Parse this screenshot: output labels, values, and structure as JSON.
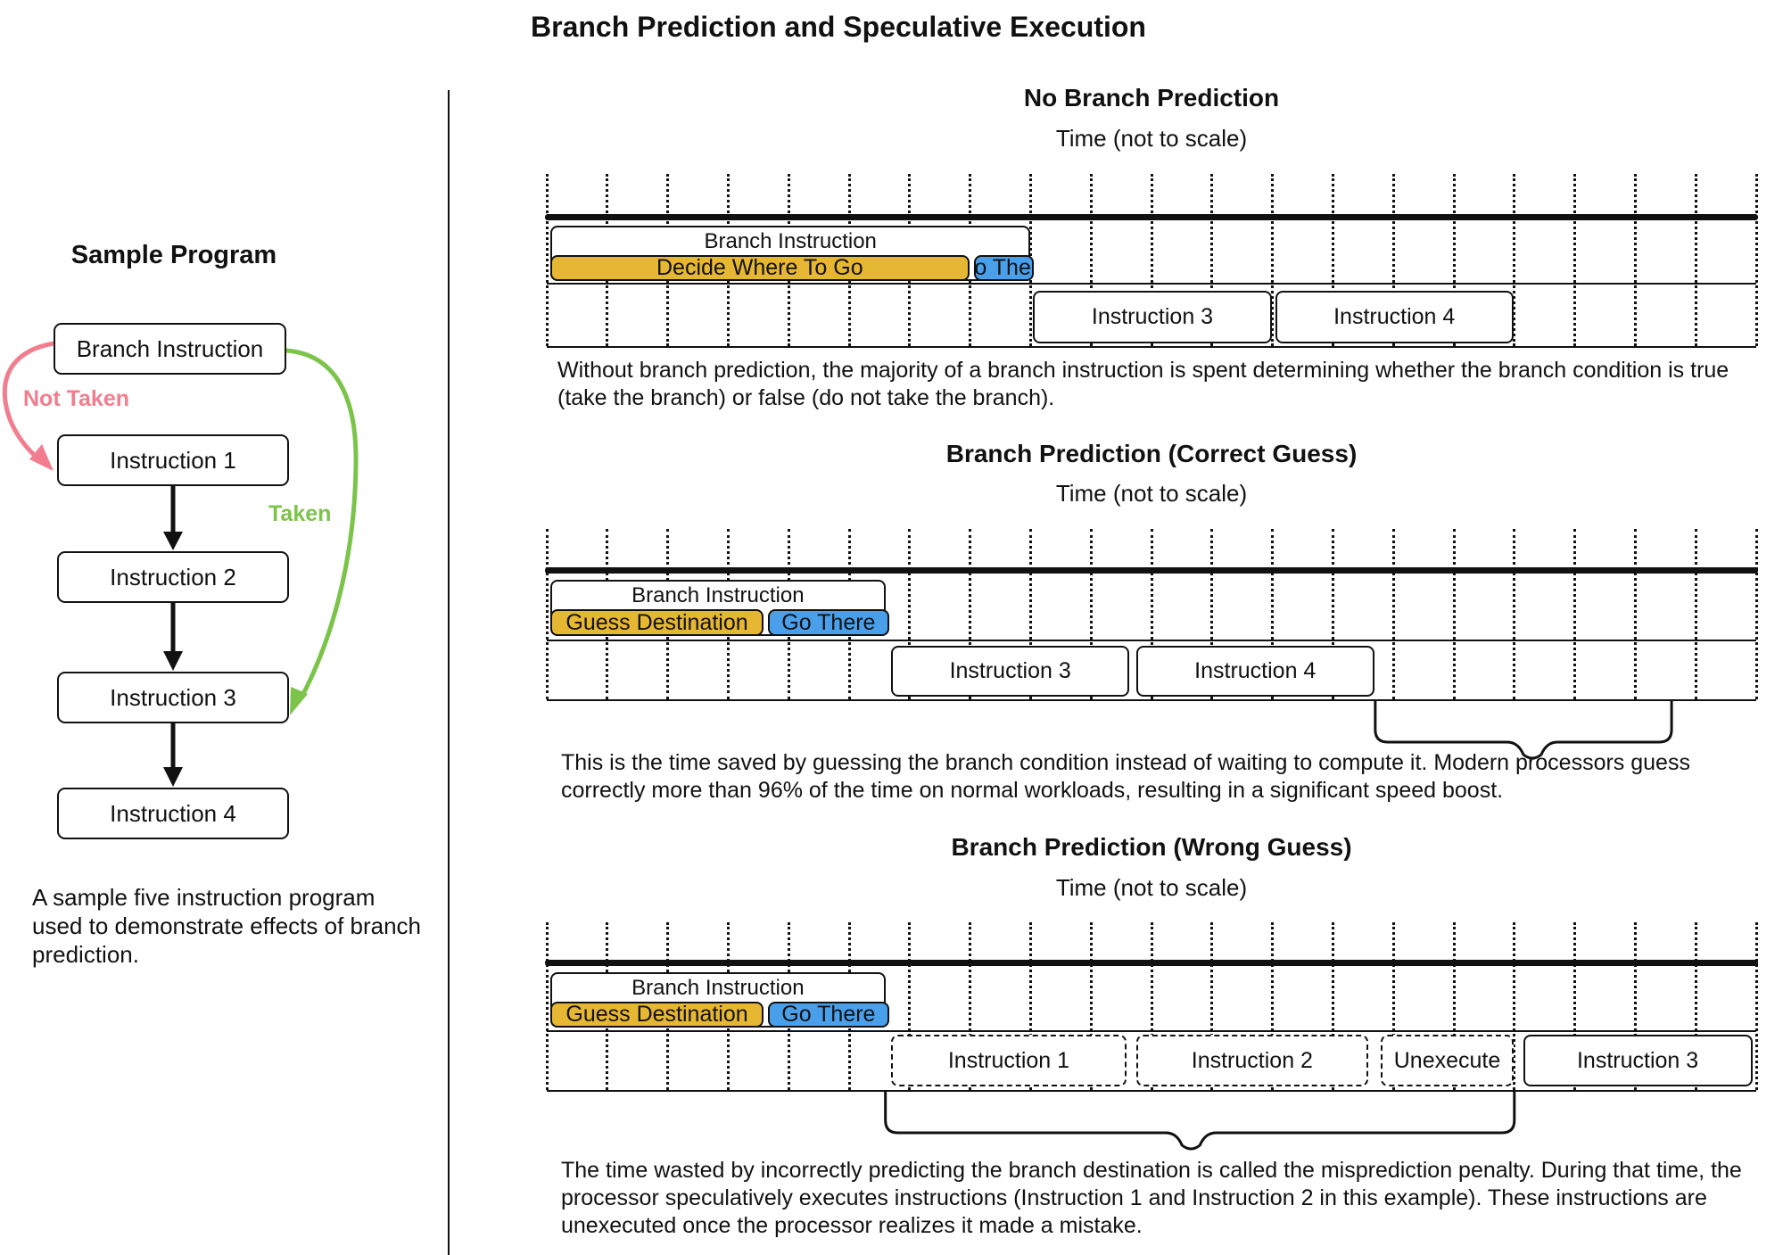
{
  "title": "Branch Prediction and Speculative Execution",
  "colors": {
    "decide": "#E6B732",
    "go_there": "#4A9FEB",
    "not_taken": "#F27D8E",
    "taken": "#7CC34A",
    "ink": "#111111"
  },
  "sample_program": {
    "title": "Sample Program",
    "boxes": [
      {
        "label": "Branch Instruction"
      },
      {
        "label": "Instruction 1"
      },
      {
        "label": "Instruction 2"
      },
      {
        "label": "Instruction 3"
      },
      {
        "label": "Instruction 4"
      }
    ],
    "edges": {
      "not_taken_label": "Not Taken",
      "taken_label": "Taken"
    },
    "caption": "A sample five instruction program used to demonstrate effects of branch prediction."
  },
  "time_axis": {
    "label": "Time (not to scale)",
    "grid_cells": 20
  },
  "sections": [
    {
      "title": "No Branch Prediction",
      "time_label": "Time (not to scale)",
      "branch": {
        "label": "Branch Instruction",
        "start": 0,
        "end": 8,
        "phases": [
          {
            "label": "Decide Where To Go",
            "kind": "decide",
            "start": 0,
            "end": 7
          },
          {
            "label": "Go There",
            "kind": "go_there",
            "start": 7,
            "end": 8
          }
        ]
      },
      "instructions": [
        {
          "label": "Instruction 3",
          "start": 8,
          "end": 12,
          "style": "solid"
        },
        {
          "label": "Instruction 4",
          "start": 12,
          "end": 16,
          "style": "solid"
        }
      ],
      "brace": null,
      "description": "Without branch prediction, the majority of a branch instruction is spent determining whether the branch condition is true (take the branch) or false (do not take the branch)."
    },
    {
      "title": "Branch Prediction (Correct Guess)",
      "time_label": "Time (not to scale)",
      "branch": {
        "label": "Branch Instruction",
        "start": 0,
        "end": 5.6,
        "phases": [
          {
            "label": "Guess Destination",
            "kind": "decide",
            "start": 0,
            "end": 3.6
          },
          {
            "label": "Go There",
            "kind": "go_there",
            "start": 3.6,
            "end": 5.6
          }
        ]
      },
      "instructions": [
        {
          "label": "Instruction 3",
          "start": 5.65,
          "end": 9.65,
          "style": "solid"
        },
        {
          "label": "Instruction 4",
          "start": 9.7,
          "end": 13.7,
          "style": "solid"
        }
      ],
      "brace": {
        "start": 13.7,
        "end": 18.6,
        "meaning": "time saved"
      },
      "description": "This is the time saved by guessing the branch condition instead of waiting to compute it. Modern processors guess correctly more than 96% of the time on normal workloads, resulting in a significant speed boost."
    },
    {
      "title": "Branch Prediction (Wrong Guess)",
      "time_label": "Time (not to scale)",
      "branch": {
        "label": "Branch Instruction",
        "start": 0,
        "end": 5.6,
        "phases": [
          {
            "label": "Guess Destination",
            "kind": "decide",
            "start": 0,
            "end": 3.6
          },
          {
            "label": "Go There",
            "kind": "go_there",
            "start": 3.6,
            "end": 5.6
          }
        ]
      },
      "instructions": [
        {
          "label": "Instruction 1",
          "start": 5.65,
          "end": 9.6,
          "style": "dashed"
        },
        {
          "label": "Instruction 2",
          "start": 9.7,
          "end": 13.6,
          "style": "dashed"
        },
        {
          "label": "Unexecute",
          "start": 13.75,
          "end": 16.0,
          "style": "dashed"
        },
        {
          "label": "Instruction 3",
          "start": 16.1,
          "end": 19.95,
          "style": "solid"
        }
      ],
      "brace": {
        "start": 5.6,
        "end": 16.0,
        "meaning": "misprediction penalty"
      },
      "description": "The time wasted by incorrectly predicting the branch destination is called the misprediction penalty. During that time, the processor speculatively executes instructions (Instruction 1 and Instruction 2 in this example). These instructions are unexecuted once the processor realizes it made a mistake."
    }
  ]
}
